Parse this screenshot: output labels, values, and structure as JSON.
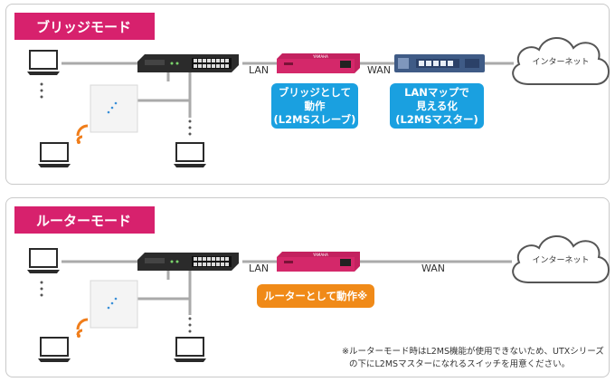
{
  "bridge_mode": {
    "title": "ブリッジモード",
    "lan_label": "LAN",
    "wan_label": "WAN",
    "callout_bridge": [
      "ブリッジとして",
      "動作",
      "(L2MSスレーブ)"
    ],
    "callout_map": [
      "LANマップで",
      "見える化",
      "(L2MSマスター)"
    ],
    "cloud_label": "インターネット"
  },
  "router_mode": {
    "title": "ルーターモード",
    "lan_label": "LAN",
    "wan_label": "WAN",
    "callout_router": "ルーターとして動作※",
    "cloud_label": "インターネット",
    "note": [
      "※ルーターモード時はL2MS機能が使用できないため、UTXシリーズ",
      "の下にL2MSマスターになれるスイッチを用意ください。"
    ]
  },
  "colors": {
    "accent": "#d7216d",
    "blue": "#1aa0e0",
    "orange": "#f08a18",
    "wifi": "#f07d1a"
  }
}
